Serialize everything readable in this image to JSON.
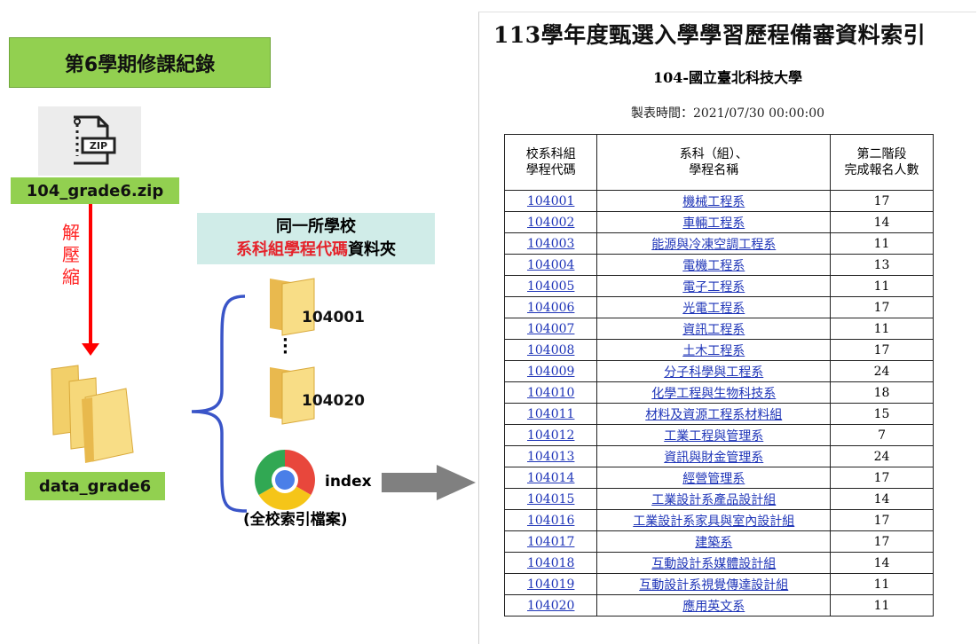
{
  "left": {
    "semester_label": "第6學期修課紀錄",
    "zip_icon_text": "ZIP",
    "zip_file_name": "104_grade6.zip",
    "unzip_label": "解壓縮",
    "folder_name": "data_grade6"
  },
  "middle": {
    "header_line1": "同一所學校",
    "header_red": "系科組學程代碼",
    "header_rest": "資料夾",
    "folder_first": "104001",
    "folder_last": "104020",
    "index_label": "index",
    "index_caption": "(全校索引檔案)"
  },
  "index_doc": {
    "title": "113學年度甄選入學學習歷程備審資料索引",
    "school": "104-國立臺北科技大學",
    "timestamp": "製表時間：2021/07/30 00:00:00",
    "headers": [
      "校系科組\n學程代碼",
      "系科（組）、\n學程名稱",
      "第二階段\n完成報名人數"
    ],
    "rows": [
      {
        "code": "104001",
        "name": "機械工程系",
        "count": "17"
      },
      {
        "code": "104002",
        "name": "車輛工程系",
        "count": "14"
      },
      {
        "code": "104003",
        "name": "能源與冷凍空調工程系",
        "count": "11"
      },
      {
        "code": "104004",
        "name": "電機工程系",
        "count": "13"
      },
      {
        "code": "104005",
        "name": "電子工程系",
        "count": "11"
      },
      {
        "code": "104006",
        "name": "光電工程系",
        "count": "17"
      },
      {
        "code": "104007",
        "name": "資訊工程系",
        "count": "11"
      },
      {
        "code": "104008",
        "name": "土木工程系",
        "count": "17"
      },
      {
        "code": "104009",
        "name": "分子科學與工程系",
        "count": "24"
      },
      {
        "code": "104010",
        "name": "化學工程與生物科技系",
        "count": "18"
      },
      {
        "code": "104011",
        "name": "材料及資源工程系材料組",
        "count": "15"
      },
      {
        "code": "104012",
        "name": "工業工程與管理系",
        "count": "7"
      },
      {
        "code": "104013",
        "name": "資訊與財金管理系",
        "count": "24"
      },
      {
        "code": "104014",
        "name": "經營管理系",
        "count": "17"
      },
      {
        "code": "104015",
        "name": "工業設計系產品設計組",
        "count": "14"
      },
      {
        "code": "104016",
        "name": "工業設計系家具與室內設計組",
        "count": "17"
      },
      {
        "code": "104017",
        "name": "建築系",
        "count": "17"
      },
      {
        "code": "104018",
        "name": "互動設計系媒體設計組",
        "count": "14"
      },
      {
        "code": "104019",
        "name": "互動設計系視覺傳達設計組",
        "count": "11"
      },
      {
        "code": "104020",
        "name": "應用英文系",
        "count": "11"
      }
    ]
  },
  "colors": {
    "green_label": "#92d050",
    "red_arrow": "#ff0000",
    "teal_header": "#d0ece8",
    "link_blue": "#1f35b8",
    "gray_arrow": "#808080"
  }
}
